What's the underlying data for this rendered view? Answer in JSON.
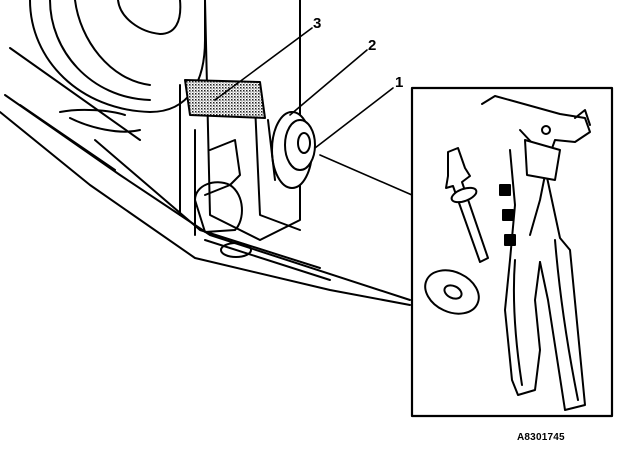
{
  "callouts": [
    {
      "label": "1"
    },
    {
      "label": "2"
    },
    {
      "label": "3"
    }
  ],
  "figure_ref": "A8301745",
  "colors": {
    "ink": "#000000",
    "paper": "#ffffff",
    "hatch": "#555555"
  }
}
